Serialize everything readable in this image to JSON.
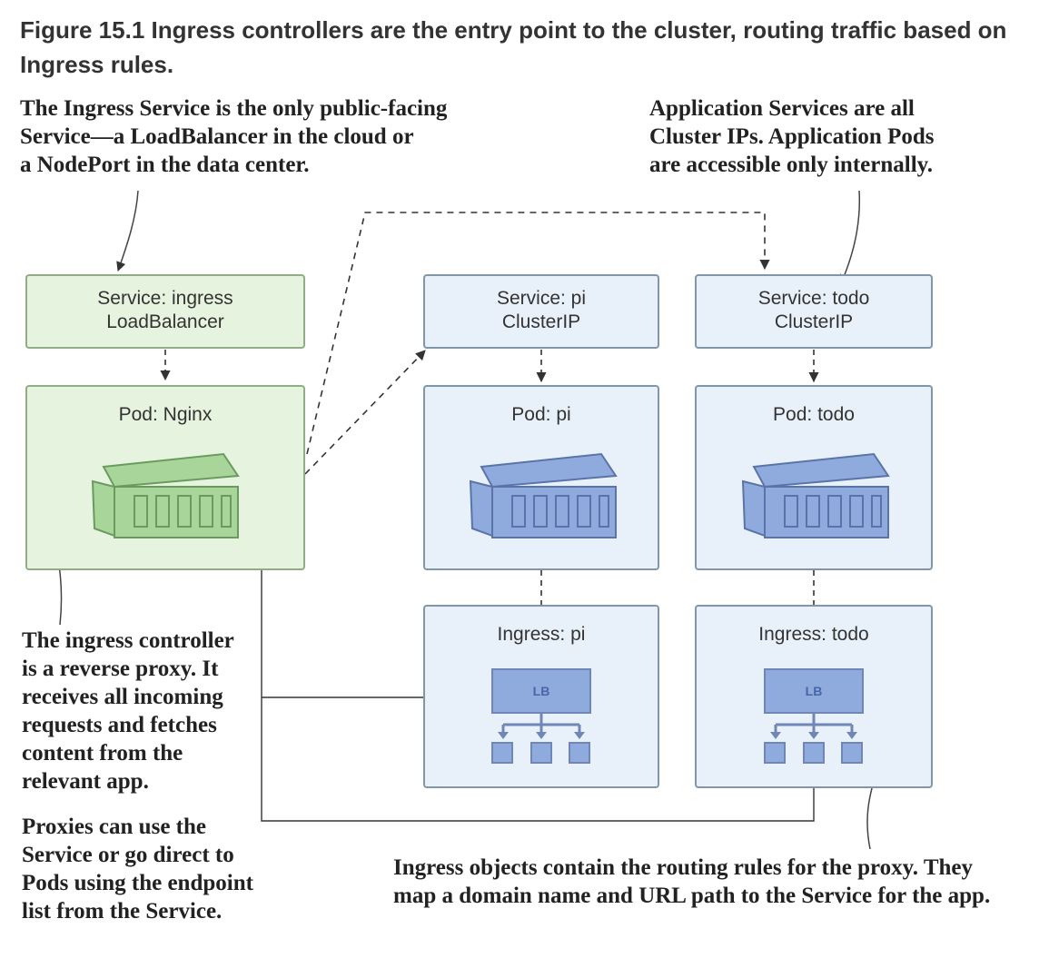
{
  "figure_title": "Figure 15.1 Ingress controllers are the entry point to the cluster, routing traffic based on Ingress rules.",
  "callouts": {
    "ingress_service": "The Ingress Service is the only public-facing\nService—a LoadBalancer in the cloud or\na NodePort in the data center.",
    "application_services": "Application Services are all\nCluster IPs. Application Pods\nare accessible only internally.",
    "ingress_controller": "The ingress controller\nis a reverse proxy. It\nreceives all incoming\nrequests and fetches\ncontent from the\nrelevant app.",
    "proxies": "Proxies can use the\nService or go direct to\nPods using the endpoint\nlist from the Service.",
    "ingress_objects": "Ingress objects contain the routing rules for the proxy. They\nmap a domain name and URL path to the Service for the app."
  },
  "nodes": {
    "service_ingress": "Service: ingress\nLoadBalancer",
    "pod_nginx": "Pod: Nginx",
    "service_pi": "Service: pi\nClusterIP",
    "pod_pi": "Pod: pi",
    "ingress_pi": "Ingress: pi",
    "service_todo": "Service: todo\nClusterIP",
    "pod_todo": "Pod: todo",
    "ingress_todo": "Ingress: todo"
  },
  "lb_label": "LB",
  "colors": {
    "green_fill": "#e6f3df",
    "blue_fill": "#e8f1fa",
    "green_container": "#a8d59a",
    "blue_container": "#8faadc"
  }
}
